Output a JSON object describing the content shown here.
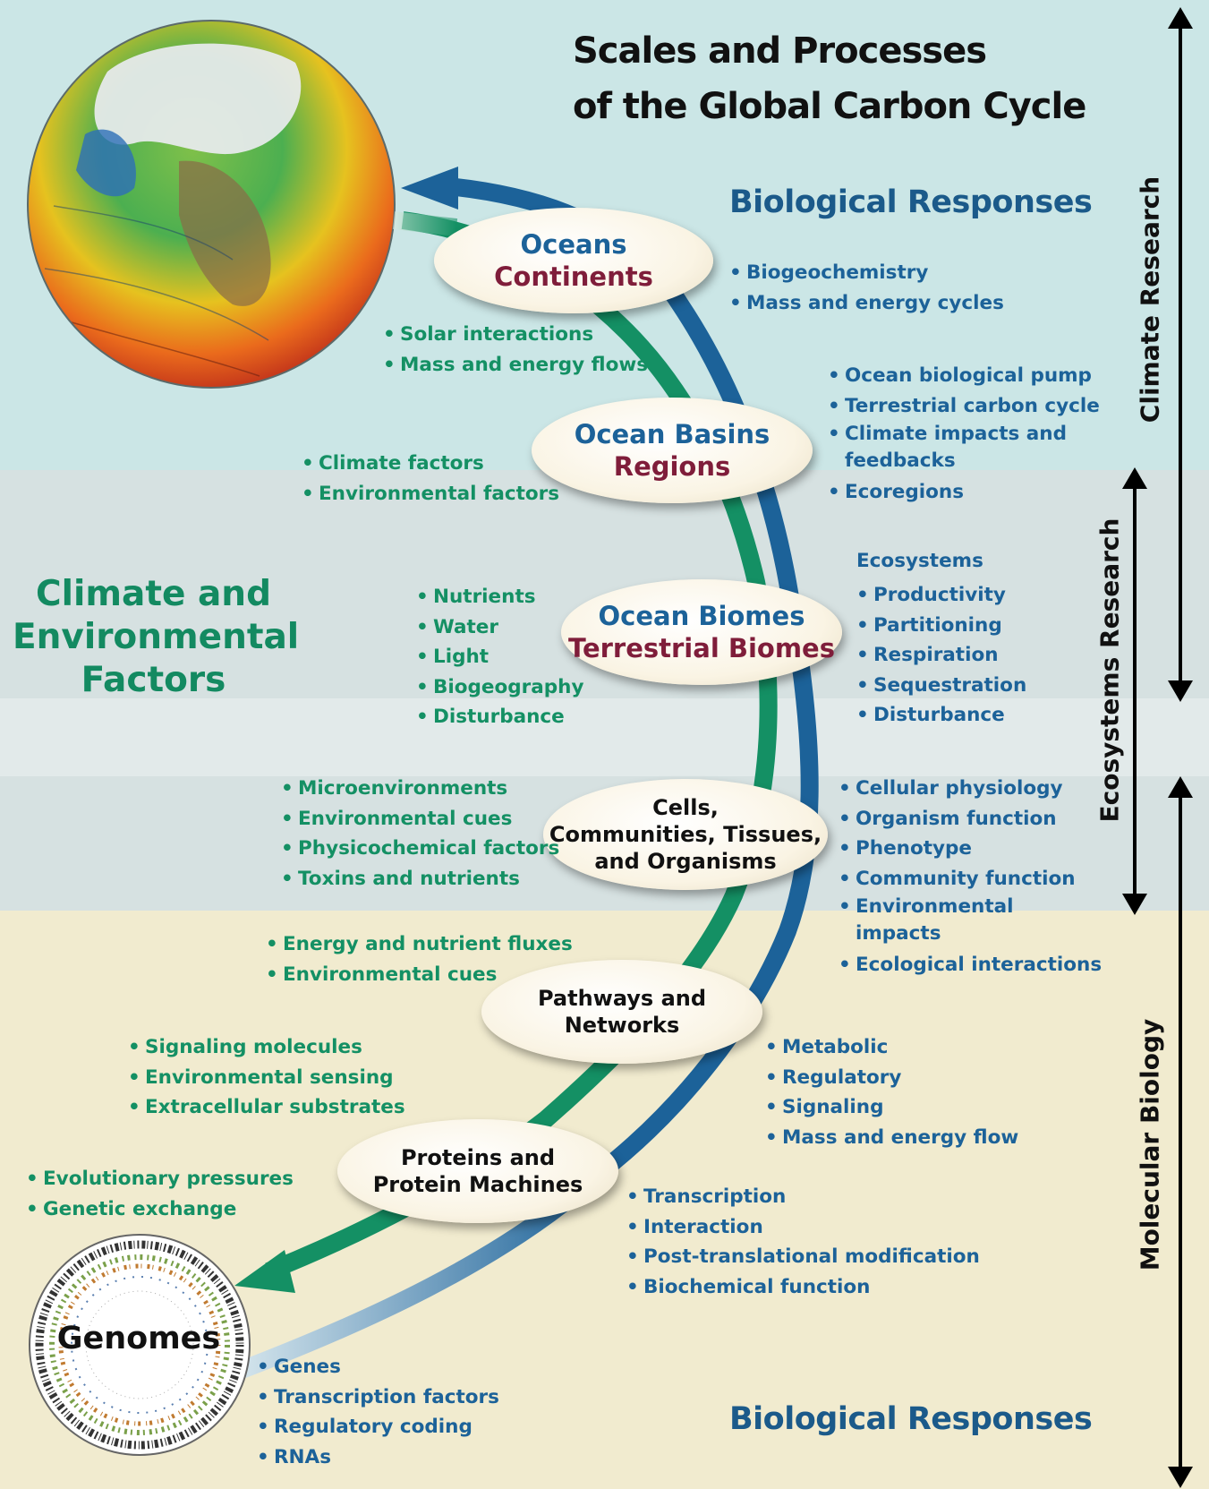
{
  "title_line1": "Scales and Processes",
  "title_line2": "of the Global Carbon Cycle",
  "responses_top": "Biological Responses",
  "responses_bottom": "Biological Responses",
  "factors_title": [
    "Climate and",
    "Environmental",
    "Factors"
  ],
  "side_labels": {
    "climate": "Climate Research",
    "ecosystems": "Ecosystems Research",
    "molecular": "Molecular Biology"
  },
  "nodes": {
    "oceans": [
      "Oceans",
      "Continents"
    ],
    "basins": [
      "Ocean Basins",
      "Regions"
    ],
    "biomes": [
      "Ocean Biomes",
      "Terrestrial Biomes"
    ],
    "cells": [
      "Cells,",
      "Communities, Tissues,",
      "and Organisms"
    ],
    "pathways": [
      "Pathways and",
      "Networks"
    ],
    "proteins": [
      "Proteins and",
      "Protein Machines"
    ],
    "genomes": "Genomes"
  },
  "lists": {
    "solar": [
      "Solar interactions",
      "Mass and energy flows"
    ],
    "biogeo": [
      "Biogeochemistry",
      "Mass and energy cycles"
    ],
    "climate_factors": [
      "Climate factors",
      "Environmental factors"
    ],
    "ocean_pump": [
      "Ocean biological pump",
      "Terrestrial carbon cycle",
      "Climate impacts and feedbacks",
      "Ecoregions"
    ],
    "nutrients": [
      "Nutrients",
      "Water",
      "Light",
      "Biogeography",
      "Disturbance"
    ],
    "ecosystems_head": "Ecosystems",
    "ecosystems": [
      "Productivity",
      "Partitioning",
      "Respiration",
      "Sequestration",
      "Disturbance"
    ],
    "micro": [
      "Microenvironments",
      "Environmental cues",
      "Physicochemical factors",
      "Toxins and nutrients"
    ],
    "cellular": [
      "Cellular physiology",
      "Organism function",
      "Phenotype",
      "Community function",
      "Environmental impacts",
      "Ecological interactions"
    ],
    "energy": [
      "Energy and nutrient fluxes",
      "Environmental cues"
    ],
    "signaling": [
      "Signaling molecules",
      "Environmental sensing",
      "Extracellular substrates"
    ],
    "metabolic": [
      "Metabolic",
      "Regulatory",
      "Signaling",
      "Mass and energy flow"
    ],
    "evolutionary": [
      "Evolutionary pressures",
      "Genetic exchange"
    ],
    "transcription": [
      "Transcription",
      "Interaction",
      "Post-translational modification",
      "Biochemical function"
    ],
    "genes": [
      "Genes",
      "Transcription factors",
      "Regulatory coding",
      "RNAs"
    ]
  },
  "colors": {
    "band_top": "#cbe6e6",
    "band_mid": "#d6e1e1",
    "band_gap": "#e2eaea",
    "band_bottom": "#f1ebcf",
    "arrow_blue": "#1c6299",
    "arrow_green": "#149064",
    "text_green": "#149064",
    "text_blue": "#1c6299",
    "node_maroon": "#7f1d3a"
  }
}
